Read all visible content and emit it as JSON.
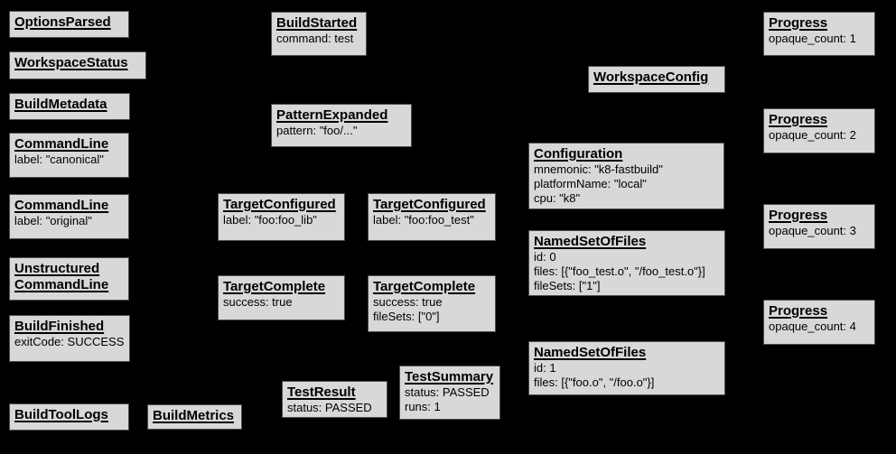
{
  "colors": {
    "background": "#000000",
    "box_fill": "#d8d8d8",
    "box_border": "#4d4d4d",
    "box_text": "#000000"
  },
  "nodes": {
    "options_parsed": {
      "title": "OptionsParsed"
    },
    "workspace_status": {
      "title": "WorkspaceStatus"
    },
    "build_metadata": {
      "title": "BuildMetadata"
    },
    "command_line_canonical": {
      "title": "CommandLine",
      "body": [
        "label: \"canonical\""
      ]
    },
    "command_line_original": {
      "title": "CommandLine",
      "body": [
        "label: \"original\""
      ]
    },
    "unstructured_command_line": {
      "title_lines": [
        "Unstructured",
        "CommandLine"
      ]
    },
    "build_finished": {
      "title": "BuildFinished",
      "body": [
        "exitCode: SUCCESS"
      ]
    },
    "build_tool_logs": {
      "title": "BuildToolLogs"
    },
    "build_metrics": {
      "title": "BuildMetrics"
    },
    "build_started": {
      "title": "BuildStarted",
      "body": [
        "command: test"
      ]
    },
    "pattern_expanded": {
      "title": "PatternExpanded",
      "body": [
        "pattern: \"foo/...\""
      ]
    },
    "target_configured_foo_lib": {
      "title": "TargetConfigured",
      "body": [
        "label: \"foo:foo_lib\""
      ]
    },
    "target_configured_foo_test": {
      "title": "TargetConfigured",
      "body": [
        "label: \"foo:foo_test\""
      ]
    },
    "target_complete_foo_lib": {
      "title": "TargetComplete",
      "body": [
        "success: true"
      ]
    },
    "target_complete_foo_test": {
      "title": "TargetComplete",
      "body": [
        "success: true",
        "fileSets: [\"0\"]"
      ]
    },
    "test_result": {
      "title": "TestResult",
      "body": [
        "status: PASSED"
      ]
    },
    "test_summary": {
      "title": "TestSummary",
      "body": [
        "status: PASSED",
        "runs: 1"
      ]
    },
    "workspace_config": {
      "title": "WorkspaceConfig"
    },
    "configuration": {
      "title": "Configuration",
      "body": [
        "mnemonic: \"k8-fastbuild\"",
        "platformName: \"local\"",
        "cpu: \"k8\""
      ]
    },
    "named_set_of_files_0": {
      "title": "NamedSetOfFiles",
      "body": [
        "id: 0",
        "files: [{\"foo_test.o\", \"/foo_test.o\"}]",
        "fileSets: [\"1\"]"
      ]
    },
    "named_set_of_files_1": {
      "title": "NamedSetOfFiles",
      "body": [
        "id: 1",
        "files: [{\"foo.o\", \"/foo.o\"}]"
      ]
    },
    "progress_1": {
      "title": "Progress",
      "body": [
        "opaque_count: 1"
      ]
    },
    "progress_2": {
      "title": "Progress",
      "body": [
        "opaque_count: 2"
      ]
    },
    "progress_3": {
      "title": "Progress",
      "body": [
        "opaque_count: 3"
      ]
    },
    "progress_4": {
      "title": "Progress",
      "body": [
        "opaque_count: 4"
      ]
    }
  }
}
